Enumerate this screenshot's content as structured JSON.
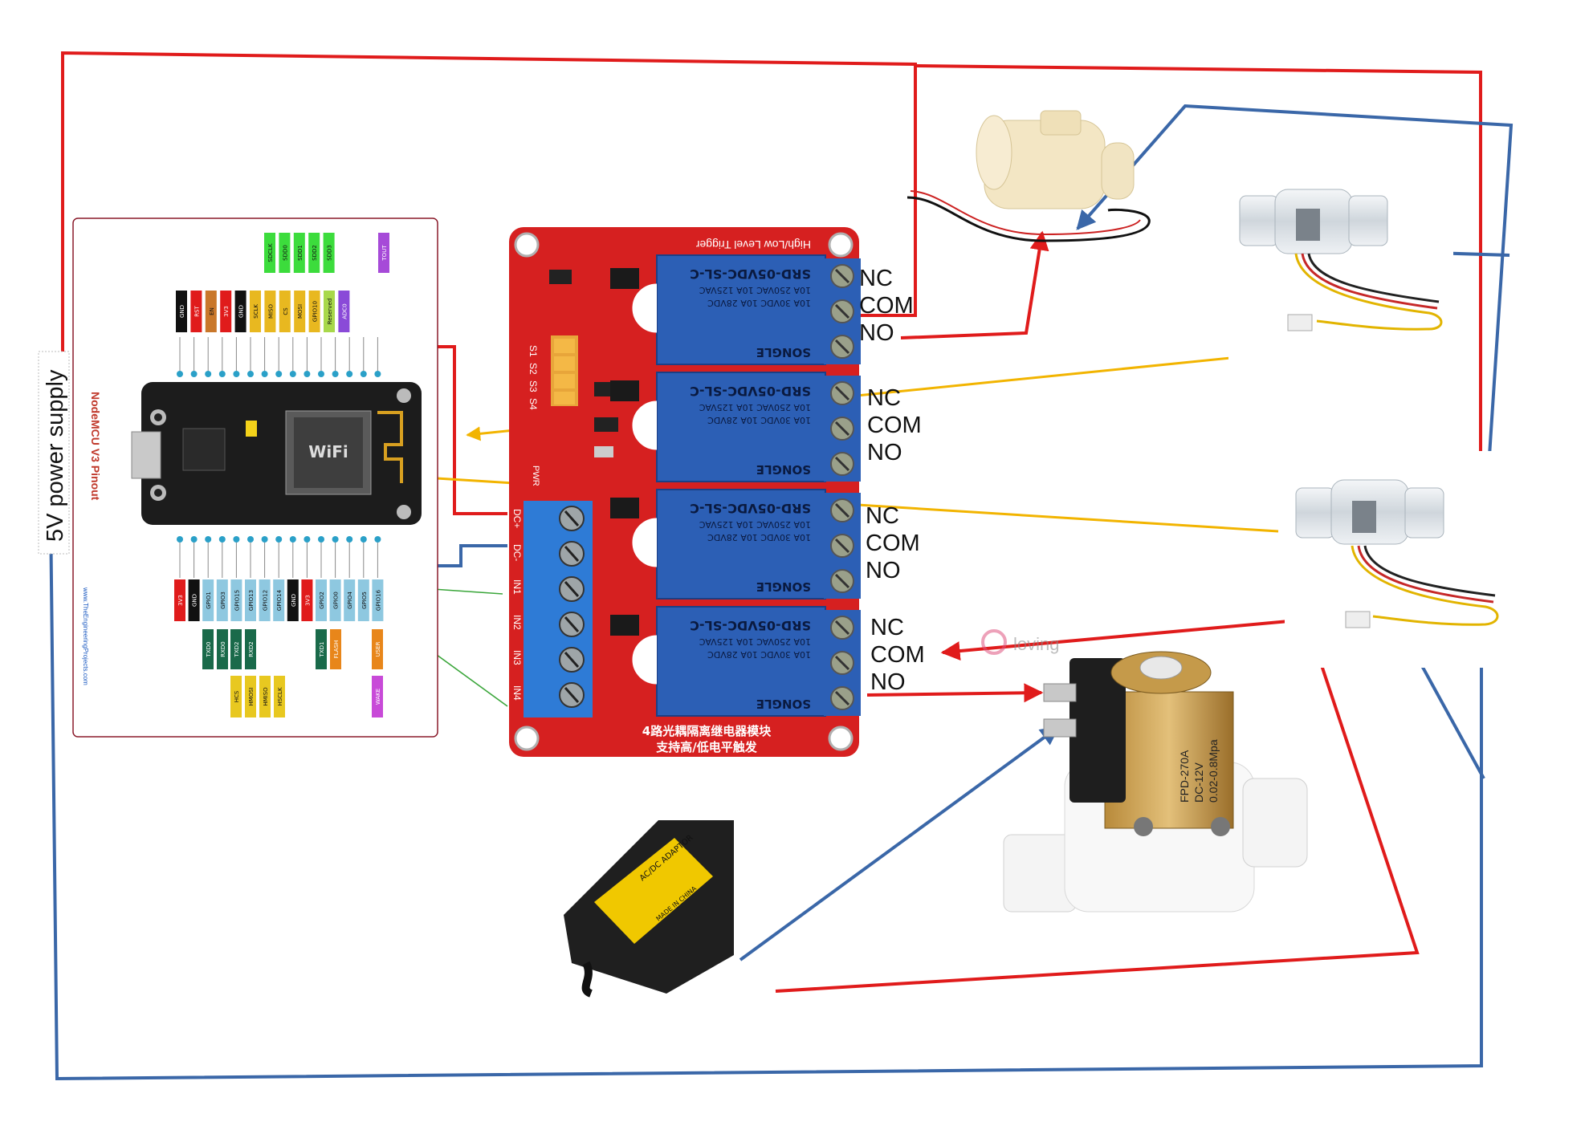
{
  "supply": {
    "label": "5V power supply"
  },
  "nodemcu": {
    "title": "NodeMCU V3 Pinout",
    "url": "www.TheEngineeringProjects.com",
    "top_pins": [
      "GND",
      "RST",
      "EN",
      "3V3",
      "GND",
      "SCLK",
      "MISO",
      "CS",
      "MOSI",
      "GPIO10",
      "Reserved",
      "ADC0"
    ],
    "top_functions": [
      "SDCLK",
      "SDD0",
      "SDD1",
      "SDD2",
      "SDD3"
    ],
    "top_special": [
      "TOUT"
    ],
    "bottom_pins": [
      "3V3",
      "GND",
      "GPIO1",
      "GPIO3",
      "GPIO15",
      "GPIO13",
      "GPIO12",
      "GPIO14",
      "GND",
      "3V3",
      "GPIO2",
      "GPIO0",
      "GPIO4",
      "GPIO5",
      "GPIO16"
    ],
    "bottom_functions": [
      "TXD0",
      "RXD0",
      "TXD2",
      "RXD2",
      "TXD1",
      "FLASH",
      "USER"
    ],
    "bottom_functions2": [
      "HCS",
      "HMOSI",
      "HMISO",
      "HSCLK",
      "WAKE"
    ]
  },
  "relay_module": {
    "top_text": "High/Low Level Trigger",
    "jumpers": [
      "S1",
      "S2",
      "S3",
      "S4"
    ],
    "terminals": [
      "DC+",
      "DC-",
      "IN1",
      "IN2",
      "IN3",
      "IN4"
    ],
    "bottom_text_1": "4路光耦隔离继电器模块",
    "bottom_text_2": "支持高/低电平触发",
    "relay_model": "SRD-05VDC-SL-C",
    "relay_rating_1": "10A 250VAC  10A 125VAC",
    "relay_rating_2": "10A 30VDC  10A 28VDC",
    "relay_brand": "SONGLE",
    "pwr": "PWR"
  },
  "contacts": [
    {
      "nc": "NC",
      "com": "COM",
      "no": "NO"
    },
    {
      "nc": "NC",
      "com": "COM",
      "no": "NO"
    },
    {
      "nc": "NC",
      "com": "COM",
      "no": "NO"
    },
    {
      "nc": "NC",
      "com": "COM",
      "no": "NO"
    }
  ],
  "solenoid_valve": {
    "line1": "FPD-270A",
    "line2": "DC-12V",
    "line3": "0.02-0.8Mpa"
  },
  "watermark": "loving",
  "adapter": {
    "text": "AC/DC ADAPTOR",
    "made": "MADE IN CHINA"
  },
  "colors": {
    "red_wire": "#e01b1b",
    "blue_wire": "#3a67a8",
    "yellow_wire": "#f2b400",
    "green_wire": "#3aa63a",
    "board_red": "#d62020",
    "relay_blue": "#2c5fb5"
  }
}
